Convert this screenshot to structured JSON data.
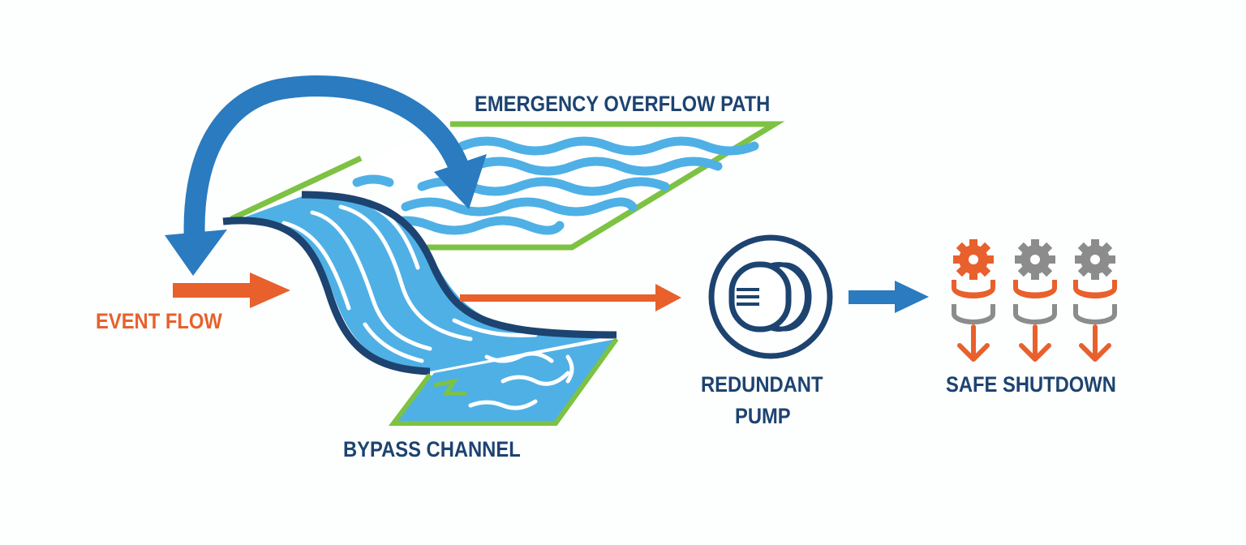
{
  "labels": {
    "emergency_overflow": "EMERGENCY OVERFLOW PATH",
    "event_flow": "EVENT FLOW",
    "bypass_channel": "BYPASS CHANNEL",
    "redundant_pump_line1": "REDUNDANT",
    "redundant_pump_line2": "PUMP",
    "safe_shutdown": "SAFE SHUTDOWN"
  },
  "colors": {
    "navy": "#1d4370",
    "blue": "#2a7bbf",
    "water": "#4fb0e6",
    "green": "#7dc242",
    "orange": "#e8602c",
    "grey": "#8c8c8c"
  },
  "icons": [
    "curved-return-arrow-icon",
    "overflow-basin-icon",
    "waterfall-icon",
    "bypass-basin-icon",
    "pump-icon",
    "gear-stack-icon"
  ]
}
